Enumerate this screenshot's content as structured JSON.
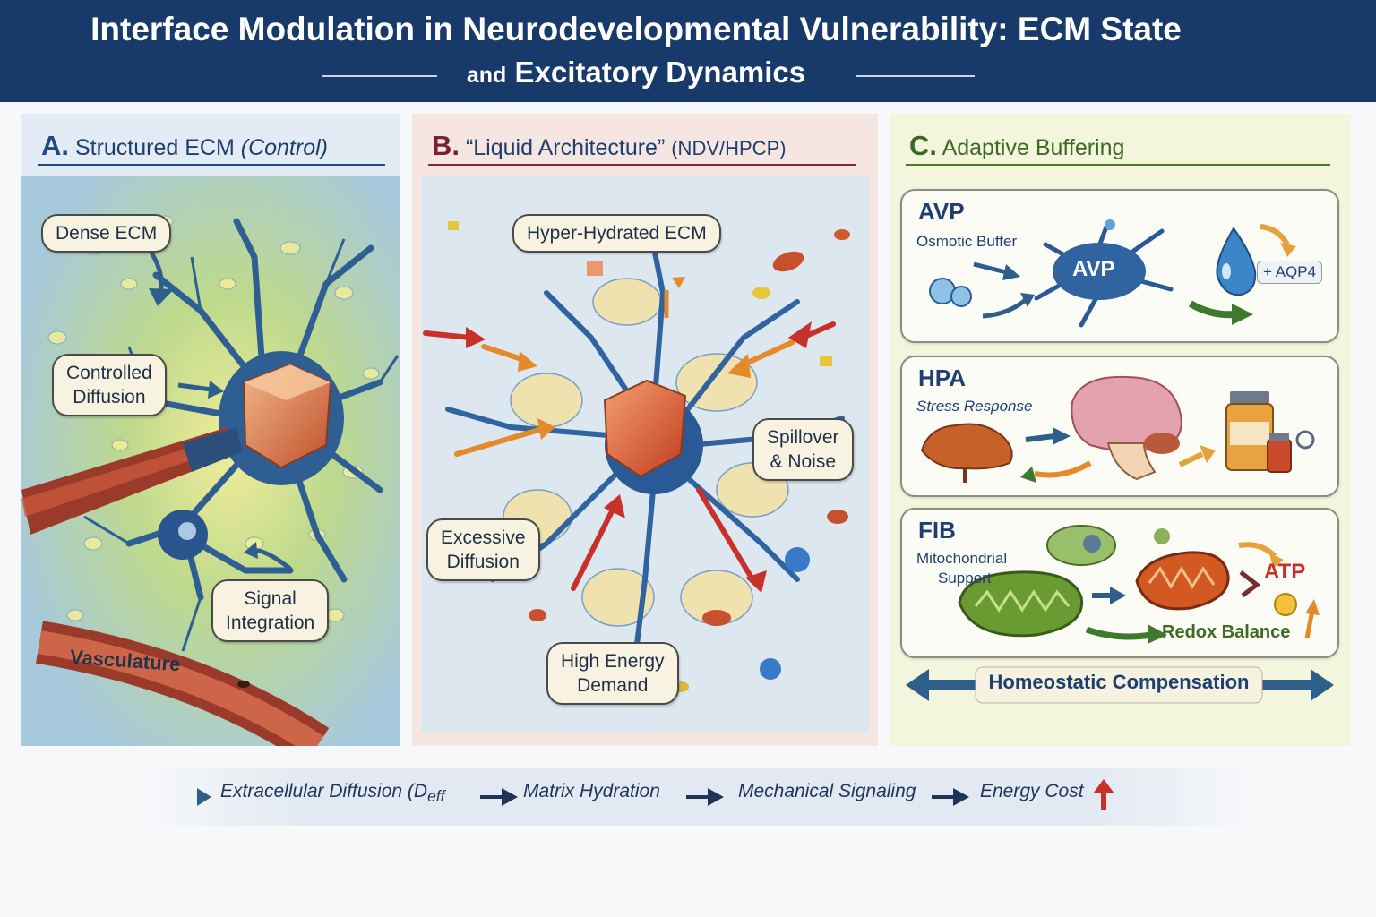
{
  "header": {
    "title_line1": "Interface Modulation in Neurodevelopmental Vulnerability: ECM State",
    "title_line2_small": "and",
    "title_line2": "Excitatory Dynamics"
  },
  "panelA": {
    "letter": "A.",
    "title": "Structured ECM",
    "title_italic": "(Control)",
    "callouts": {
      "dense": "Dense ECM",
      "controlled_1": "Controlled",
      "controlled_2": "Diffusion",
      "signal_1": "Signal",
      "signal_2": "Integration",
      "vasculature": "Vasculature"
    }
  },
  "panelB": {
    "letter": "B.",
    "title": "“Liquid Architecture”",
    "title_tail": "(NDV/HPCP)",
    "callouts": {
      "hyper": "Hyper-Hydrated ECM",
      "spill_1": "Spillover",
      "spill_2": "& Noise",
      "excess_1": "Excessive",
      "excess_2": "Diffusion",
      "energy_1": "High Energy",
      "energy_2": "Demand"
    }
  },
  "panelC": {
    "letter": "C.",
    "title": "Adaptive Buffering",
    "cards": {
      "avp_title": "AVP",
      "avp_sub": "Osmotic Buffer",
      "avp_label": "AVP",
      "avp_aqp": "+ AQP4",
      "hpa_title": "HPA",
      "hpa_sub": "Stress Response",
      "fib_title": "FIB",
      "fib_sub1": "Mitochondrial",
      "fib_sub2": "Support",
      "atp": "ATP",
      "redox": "Redox Balance"
    },
    "homeostatic": "Homeostatic Compensation"
  },
  "flow": {
    "item1": "Extracellular Diffusion (D",
    "item1_sub": "eff",
    "item2": "Matrix Hydration",
    "item3": "Mechanical Signaling",
    "item4": "Energy Cost"
  },
  "colors": {
    "header_bg": "#173a6b",
    "panelA_bg": "#e3ecf4",
    "panelB_bg": "#f6e6e2",
    "panelC_bg": "#f3f5dd",
    "arrow_red": "#c8302a",
    "arrow_orange": "#e58a2a",
    "arrow_green": "#3e7a2e",
    "arrow_blue": "#2d5f8a"
  }
}
